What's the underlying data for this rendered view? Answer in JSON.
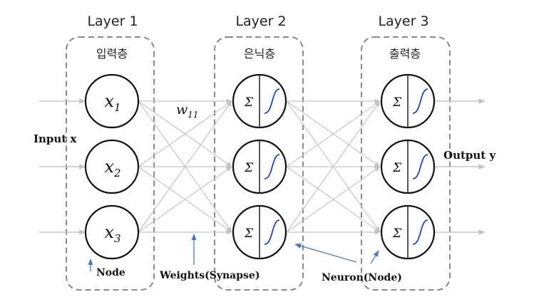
{
  "layers": [
    {
      "title": "Layer 1",
      "subtitle": "입력층"
    },
    {
      "title": "Layer 2",
      "subtitle": "은닉층"
    },
    {
      "title": "Layer 3",
      "subtitle": "출력층"
    }
  ],
  "input_nodes": [
    {
      "var": "x",
      "sub": "1"
    },
    {
      "var": "x",
      "sub": "2"
    },
    {
      "var": "x",
      "sub": "3"
    }
  ],
  "neuron_symbol": "Σ",
  "weight_label": {
    "var": "w",
    "sub": "11"
  },
  "input_label": "Input x",
  "output_label": "Output y",
  "annotations": {
    "node": "Node",
    "weights": "Weights(Synapse)",
    "neuron": "Neuron(Node)"
  },
  "colors": {
    "box_border": "#8a8a8a",
    "connection": "#c4c4c4",
    "sigmoid_curve": "#1f3fd6",
    "annotation_arrow": "#4a7ab7"
  }
}
